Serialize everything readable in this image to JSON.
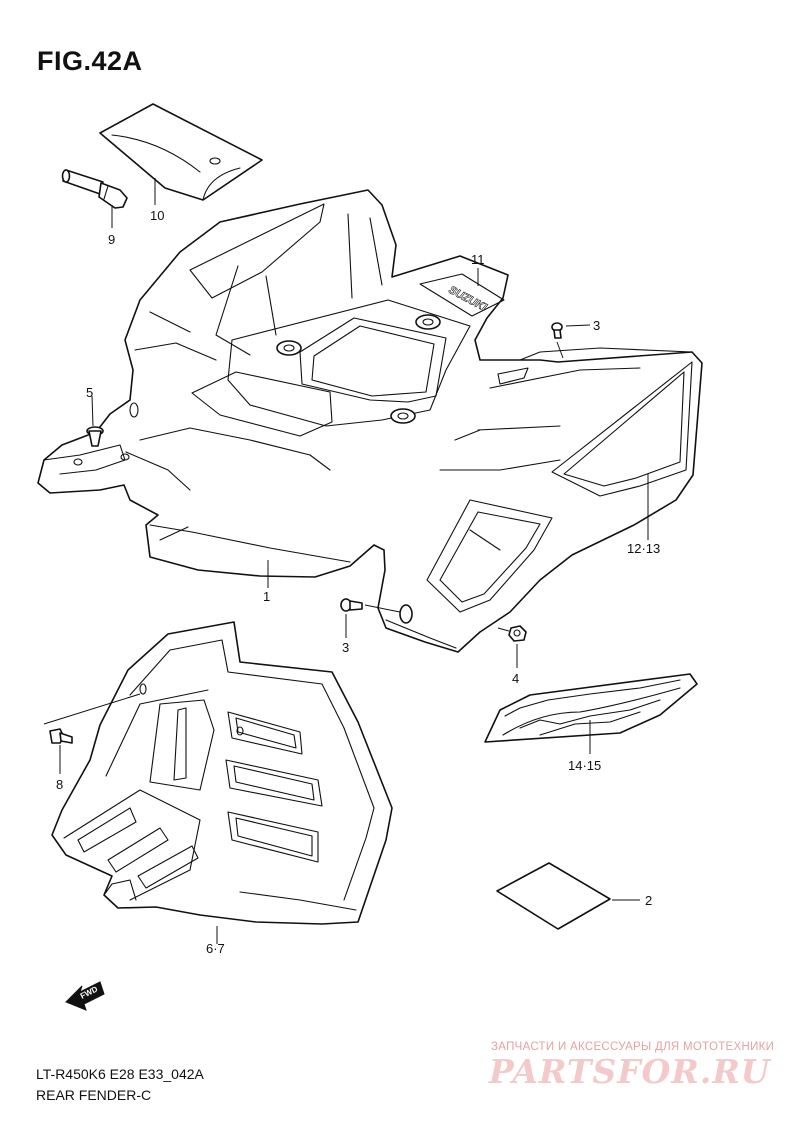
{
  "figure": {
    "title": "FIG.42A",
    "model_code": "LT-R450K6 E28 E33_042A",
    "section_name": "REAR FENDER-C"
  },
  "callouts": {
    "p1": "1",
    "p2": "2",
    "p3a": "3",
    "p3b": "3",
    "p4": "4",
    "p5": "5",
    "p6_7": "6·7",
    "p8": "8",
    "p9": "9",
    "p10": "10",
    "p11": "11",
    "p12_13": "12·13",
    "p14_15": "14·15"
  },
  "fwd_badge": "FWD",
  "fender_logo": "SUZUKI",
  "watermark": {
    "caption": "ЗАПЧАСТИ И АКСЕССУАРЫ ДЛЯ МОТОТЕХНИКИ",
    "logo": "PARTSFOR.RU"
  },
  "icons": {
    "fwd": "fwd-arrow-icon"
  }
}
